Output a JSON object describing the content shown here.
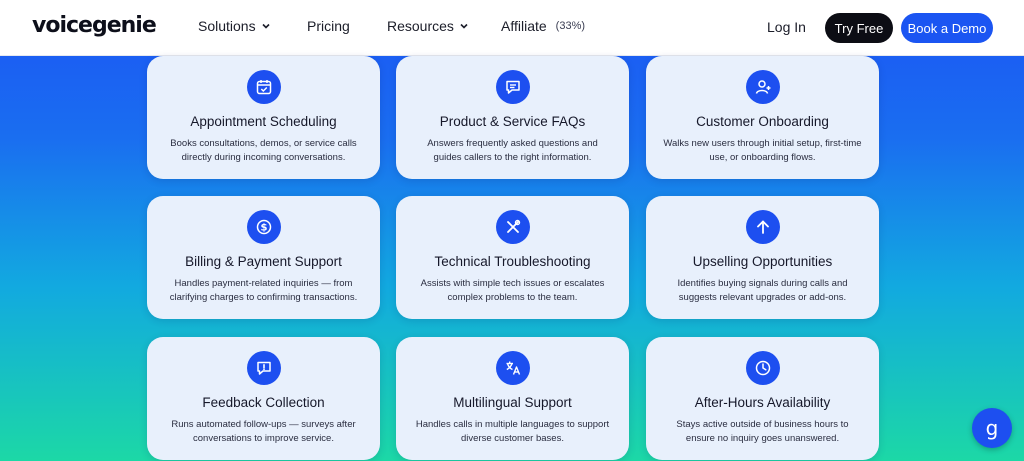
{
  "brand": {
    "logo_text": "voicegenie",
    "accent": "#1b55f2"
  },
  "nav": {
    "solutions": "Solutions",
    "pricing": "Pricing",
    "resources": "Resources",
    "affiliate": "Affiliate",
    "affiliate_badge": "(33%)",
    "login": "Log In",
    "try_free": "Try Free",
    "book_demo": "Book a Demo"
  },
  "cards": [
    {
      "icon": "calendar-check-icon",
      "title": "Appointment Scheduling",
      "desc": "Books consultations, demos, or service calls directly during incoming conversations."
    },
    {
      "icon": "chat-bubble-icon",
      "title": "Product & Service FAQs",
      "desc": "Answers frequently asked questions and guides callers to the right information."
    },
    {
      "icon": "user-add-icon",
      "title": "Customer Onboarding",
      "desc": "Walks new users through initial setup, first-time use, or onboarding flows."
    },
    {
      "icon": "dollar-coin-icon",
      "title": "Billing & Payment Support",
      "desc": "Handles payment-related inquiries — from clarifying charges to confirming transactions."
    },
    {
      "icon": "tools-icon",
      "title": "Technical Troubleshooting",
      "desc": "Assists with simple tech issues or escalates complex problems to the team."
    },
    {
      "icon": "arrow-up-icon",
      "title": "Upselling Opportunities",
      "desc": "Identifies buying signals during calls and suggests relevant upgrades or add-ons."
    },
    {
      "icon": "feedback-icon",
      "title": "Feedback Collection",
      "desc": "Runs automated follow-ups — surveys after conversations to improve service."
    },
    {
      "icon": "translate-icon",
      "title": "Multilingual Support",
      "desc": "Handles calls in multiple languages to support diverse customer bases."
    },
    {
      "icon": "clock-icon",
      "title": "After-Hours Availability",
      "desc": "Stays active outside of business hours to ensure no inquiry goes unanswered."
    }
  ],
  "chat_widget": {
    "label": "g"
  }
}
